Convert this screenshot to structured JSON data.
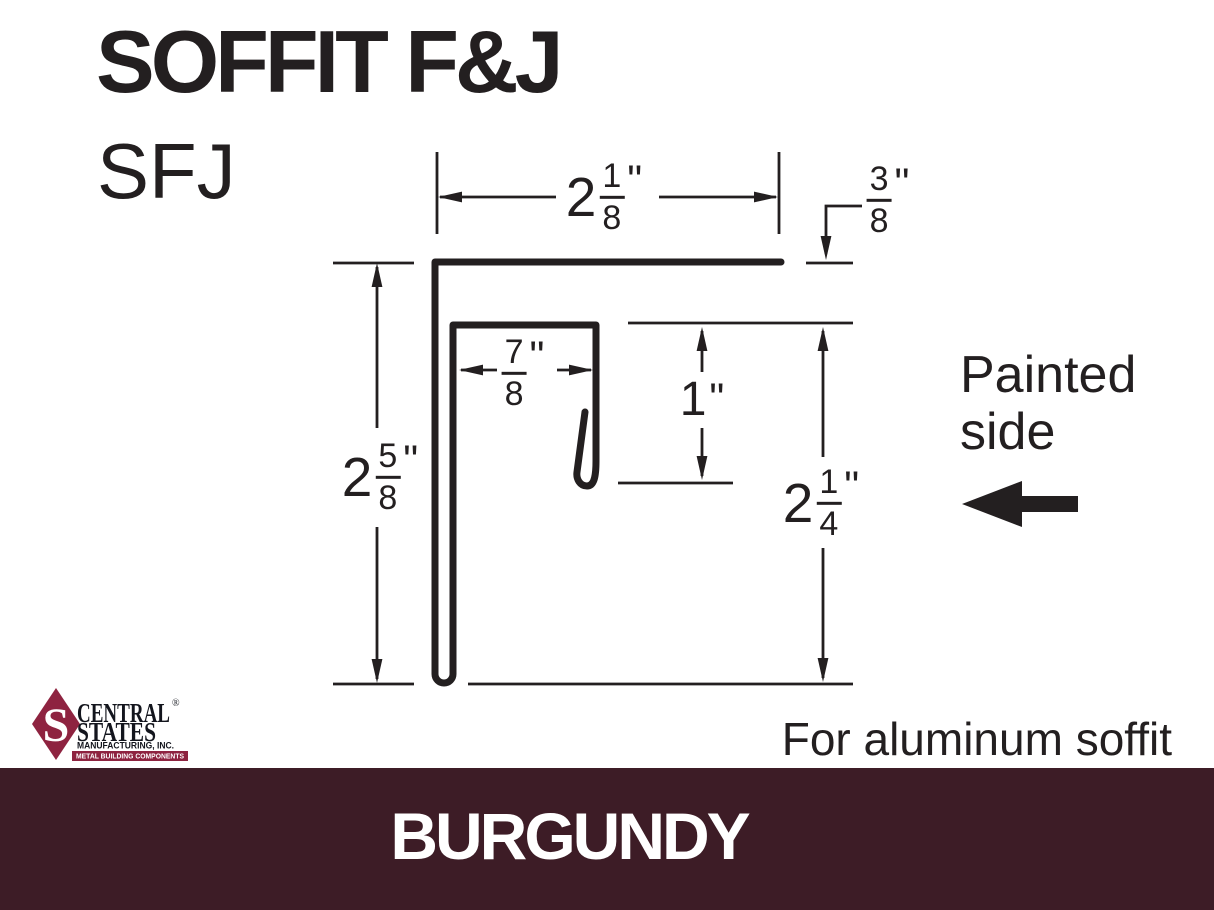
{
  "header": {
    "title": "SOFFIT F&J",
    "model": "SFJ"
  },
  "dims": {
    "top_width": {
      "whole": "2",
      "num": "1",
      "den": "8",
      "unit": "\""
    },
    "flange_offset": {
      "num": "3",
      "den": "8",
      "unit": "\""
    },
    "left_height": {
      "whole": "2",
      "num": "5",
      "den": "8",
      "unit": "\""
    },
    "channel_width": {
      "num": "7",
      "den": "8",
      "unit": "\""
    },
    "channel_depth": {
      "whole": "1",
      "unit": "\""
    },
    "right_height": {
      "whole": "2",
      "num": "1",
      "den": "4",
      "unit": "\""
    }
  },
  "painted": {
    "line1": "Painted",
    "line2": "side"
  },
  "note": "For aluminum soffit",
  "logo": {
    "monogram": "S",
    "line1": "CENTRAL",
    "reg": "®",
    "line2": "STATES",
    "line3": "MANUFACTURING, INC.",
    "tagline": "METAL BUILDING COMPONENTS"
  },
  "banner": {
    "label": "BURGUNDY"
  },
  "colors": {
    "ink": "#231f20",
    "brand": "#8e2340",
    "banner_bg": "#3d1c26",
    "banner_text": "#ffffff"
  }
}
